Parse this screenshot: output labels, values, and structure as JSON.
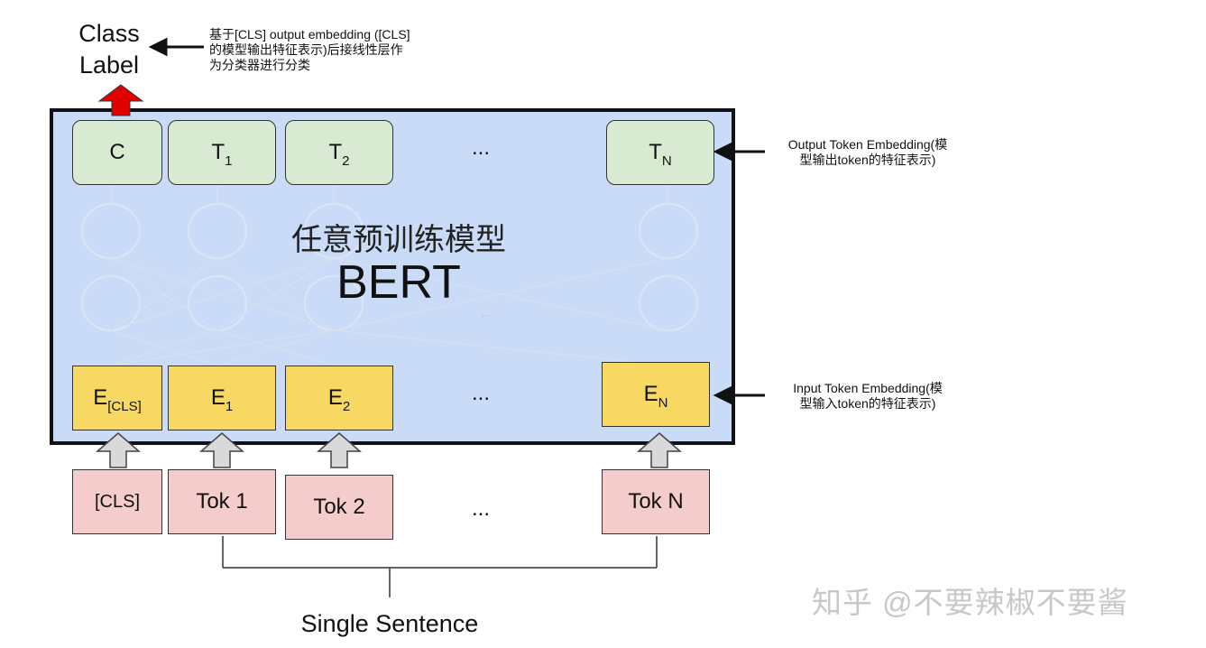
{
  "class_label": "Class Label",
  "class_note": "基于[CLS] output embedding ([CLS]的模型输出特征表示)后接线性层作为分类器进行分类",
  "class_note_lines": [
    "基于[CLS] output embedding ([CLS]",
    "的模型输出特征表示)后接线性层作",
    "为分类器进行分类"
  ],
  "model_title_cn": "任意预训练模型",
  "model_title_en": "BERT",
  "outputs": {
    "c": {
      "main": "C",
      "sub": ""
    },
    "t1": {
      "main": "T",
      "sub": "1"
    },
    "t2": {
      "main": "T",
      "sub": "2"
    },
    "tn": {
      "main": "T",
      "sub": "N"
    },
    "ellipsis": "..."
  },
  "embeddings": {
    "ecls": {
      "main": "E",
      "sub": "[CLS]"
    },
    "e1": {
      "main": "E",
      "sub": "1"
    },
    "e2": {
      "main": "E",
      "sub": "2"
    },
    "en": {
      "main": "E",
      "sub": "N"
    },
    "ellipsis": "..."
  },
  "tokens": {
    "cls": "[CLS]",
    "tok1": "Tok 1",
    "tok2": "Tok 2",
    "tokn": "Tok N",
    "ellipsis": "..."
  },
  "hidden_ellipsis": "...",
  "output_note_lines": [
    "Output Token Embedding(模",
    "型输出token的特征表示)"
  ],
  "input_note_lines": [
    "Input Token Embedding(模",
    "型输入token的特征表示)"
  ],
  "single_sentence": "Single Sentence",
  "watermark": "知乎 @不要辣椒不要酱",
  "colors": {
    "bert_bg": "#c9dbf7",
    "output_box": "#d9ead3",
    "embedding_box": "#f6d862",
    "token_box": "#f4cccc",
    "class_arrow": "#e00000",
    "input_arrow": "#d9d9d9"
  }
}
